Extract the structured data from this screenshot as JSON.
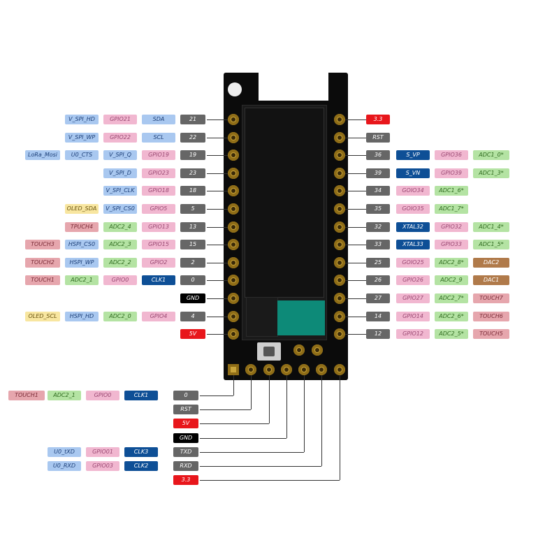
{
  "colors": {
    "pink": "#f1b7d0",
    "blue": "#a9c8f0",
    "green": "#b4e3a3",
    "yellow": "#f8e6a0",
    "darkgray": "#666666",
    "dark_blue": "#0e4f96",
    "red": "#e8161b",
    "black": "#000000",
    "brown": "#b07a4a",
    "salmon": "#e6a6ad",
    "board": "#0b0b0b",
    "pin_gold": "#c9a43a",
    "oled_green": "#0d8a78"
  },
  "left_rows": [
    {
      "labels": [
        {
          "text": "V_SPI_HD",
          "color": "blue"
        },
        {
          "text": "GPIO21",
          "color": "pink"
        },
        {
          "text": "SDA",
          "color": "blue"
        },
        {
          "text": "21",
          "color": "darkgray"
        }
      ]
    },
    {
      "labels": [
        {
          "text": "V_SPI_WP",
          "color": "blue"
        },
        {
          "text": "GPIO22",
          "color": "pink"
        },
        {
          "text": "SCL",
          "color": "blue"
        },
        {
          "text": "22",
          "color": "darkgray"
        }
      ]
    },
    {
      "labels": [
        {
          "text": "LoRa_Mosi",
          "color": "blue"
        },
        {
          "text": "U0_CTS",
          "color": "blue"
        },
        {
          "text": "V_SPI_Q",
          "color": "blue"
        },
        {
          "text": "GPIO19",
          "color": "pink"
        },
        {
          "text": "19",
          "color": "darkgray"
        }
      ]
    },
    {
      "labels": [
        {
          "text": "V_SPI_D",
          "color": "blue"
        },
        {
          "text": "GPIO23",
          "color": "pink"
        },
        {
          "text": "23",
          "color": "darkgray"
        }
      ]
    },
    {
      "labels": [
        {
          "text": "V_SPI_CLK",
          "color": "blue"
        },
        {
          "text": "GPIO18",
          "color": "pink"
        },
        {
          "text": "18",
          "color": "darkgray"
        }
      ]
    },
    {
      "labels": [
        {
          "text": "OLED_SDA",
          "color": "yellow"
        },
        {
          "text": "V_SPI_CS0",
          "color": "blue"
        },
        {
          "text": "GPIO5",
          "color": "pink"
        },
        {
          "text": "5",
          "color": "darkgray"
        }
      ]
    },
    {
      "labels": [
        {
          "text": "TPUCH4",
          "color": "salmon"
        },
        {
          "text": "ADC2_4",
          "color": "green"
        },
        {
          "text": "GPIO13",
          "color": "pink"
        },
        {
          "text": "13",
          "color": "darkgray"
        }
      ]
    },
    {
      "labels": [
        {
          "text": "TOUCH3",
          "color": "salmon"
        },
        {
          "text": "HSPI_CS0",
          "color": "blue"
        },
        {
          "text": "ADC2_3",
          "color": "green"
        },
        {
          "text": "GPIO15",
          "color": "pink"
        },
        {
          "text": "15",
          "color": "darkgray"
        }
      ]
    },
    {
      "labels": [
        {
          "text": "TOUCH2",
          "color": "salmon"
        },
        {
          "text": "HSPI_WP",
          "color": "blue"
        },
        {
          "text": "ADC2_2",
          "color": "green"
        },
        {
          "text": "GPIO2",
          "color": "pink"
        },
        {
          "text": "2",
          "color": "darkgray"
        }
      ]
    },
    {
      "labels": [
        {
          "text": "TOUCH1",
          "color": "salmon"
        },
        {
          "text": "ADC2_1",
          "color": "green"
        },
        {
          "text": "GPIO0",
          "color": "pink"
        },
        {
          "text": "CLK1",
          "color": "dark_blue"
        },
        {
          "text": "0",
          "color": "darkgray"
        }
      ]
    },
    {
      "labels": [
        {
          "text": "GND",
          "color": "black"
        }
      ]
    },
    {
      "labels": [
        {
          "text": "OLED_SCL",
          "color": "yellow"
        },
        {
          "text": "HSPI_HD",
          "color": "blue"
        },
        {
          "text": "ADC2_0",
          "color": "green"
        },
        {
          "text": "GPIO4",
          "color": "pink"
        },
        {
          "text": "4",
          "color": "darkgray"
        }
      ]
    },
    {
      "labels": [
        {
          "text": "5V",
          "color": "red"
        }
      ]
    }
  ],
  "right_rows": [
    {
      "labels": [
        {
          "text": "3.3",
          "color": "red"
        }
      ]
    },
    {
      "labels": [
        {
          "text": "RST",
          "color": "darkgray"
        }
      ]
    },
    {
      "labels": [
        {
          "text": "36",
          "color": "darkgray"
        },
        {
          "text": "S_VP",
          "color": "dark_blue"
        },
        {
          "text": "GPIO36",
          "color": "pink"
        },
        {
          "text": "ADC1_0*",
          "color": "green"
        }
      ]
    },
    {
      "labels": [
        {
          "text": "39",
          "color": "darkgray"
        },
        {
          "text": "S_VN",
          "color": "dark_blue"
        },
        {
          "text": "GPIO39",
          "color": "pink"
        },
        {
          "text": "ADC1_3*",
          "color": "green"
        }
      ]
    },
    {
      "labels": [
        {
          "text": "34",
          "color": "darkgray"
        },
        {
          "text": "GOIO34",
          "color": "pink"
        },
        {
          "text": "ADC1_6*",
          "color": "green"
        }
      ]
    },
    {
      "labels": [
        {
          "text": "35",
          "color": "darkgray"
        },
        {
          "text": "GOIO35",
          "color": "pink"
        },
        {
          "text": "ADC1_7*",
          "color": "green"
        }
      ]
    },
    {
      "labels": [
        {
          "text": "32",
          "color": "darkgray"
        },
        {
          "text": "XTAL32",
          "color": "dark_blue"
        },
        {
          "text": "GPIO32",
          "color": "pink"
        },
        {
          "text": "ADC1_4*",
          "color": "green"
        }
      ]
    },
    {
      "labels": [
        {
          "text": "33",
          "color": "darkgray"
        },
        {
          "text": "XTAL33",
          "color": "dark_blue"
        },
        {
          "text": "GPIO33",
          "color": "pink"
        },
        {
          "text": "ADC1_5*",
          "color": "green"
        }
      ]
    },
    {
      "labels": [
        {
          "text": "25",
          "color": "darkgray"
        },
        {
          "text": "GOIO25",
          "color": "pink"
        },
        {
          "text": "ADC2_8*",
          "color": "green"
        },
        {
          "text": "DAC2",
          "color": "brown"
        }
      ]
    },
    {
      "labels": [
        {
          "text": "26",
          "color": "darkgray"
        },
        {
          "text": "GPIO26",
          "color": "pink"
        },
        {
          "text": "ADC2_9",
          "color": "green"
        },
        {
          "text": "DAC1",
          "color": "brown"
        }
      ]
    },
    {
      "labels": [
        {
          "text": "27",
          "color": "darkgray"
        },
        {
          "text": "GPIO27",
          "color": "pink"
        },
        {
          "text": "ADC2_7*",
          "color": "green"
        },
        {
          "text": "TOUCH7",
          "color": "salmon"
        }
      ]
    },
    {
      "labels": [
        {
          "text": "14",
          "color": "darkgray"
        },
        {
          "text": "GPIO14",
          "color": "pink"
        },
        {
          "text": "ADC2_6*",
          "color": "green"
        },
        {
          "text": "TOUCH6",
          "color": "salmon"
        }
      ]
    },
    {
      "labels": [
        {
          "text": "12",
          "color": "darkgray"
        },
        {
          "text": "GPIO12",
          "color": "pink"
        },
        {
          "text": "ADC2_5*",
          "color": "green"
        },
        {
          "text": "TOUCH5",
          "color": "salmon"
        }
      ]
    }
  ],
  "bottom_rows": [
    {
      "labels": [
        {
          "text": "TOUCH1",
          "color": "salmon"
        },
        {
          "text": "ADC2_1",
          "color": "green"
        },
        {
          "text": "GPIO0",
          "color": "pink"
        },
        {
          "text": "CLK1",
          "color": "dark_blue"
        },
        {
          "text": "0",
          "color": "darkgray"
        }
      ]
    },
    {
      "labels": [
        {
          "text": "RST",
          "color": "darkgray"
        }
      ]
    },
    {
      "labels": [
        {
          "text": "5V",
          "color": "red"
        }
      ]
    },
    {
      "labels": [
        {
          "text": "GND",
          "color": "black"
        }
      ]
    },
    {
      "labels": [
        {
          "text": "U0_tXD",
          "color": "blue"
        },
        {
          "text": "GPIO01",
          "color": "pink"
        },
        {
          "text": "CLK3",
          "color": "dark_blue"
        },
        {
          "text": "TXD",
          "color": "darkgray"
        }
      ]
    },
    {
      "labels": [
        {
          "text": "U0_RXD",
          "color": "blue"
        },
        {
          "text": "GPIO03",
          "color": "pink"
        },
        {
          "text": "CLK2",
          "color": "dark_blue"
        },
        {
          "text": "RXD",
          "color": "darkgray"
        }
      ]
    },
    {
      "labels": [
        {
          "text": "3.3",
          "color": "red"
        }
      ]
    }
  ]
}
